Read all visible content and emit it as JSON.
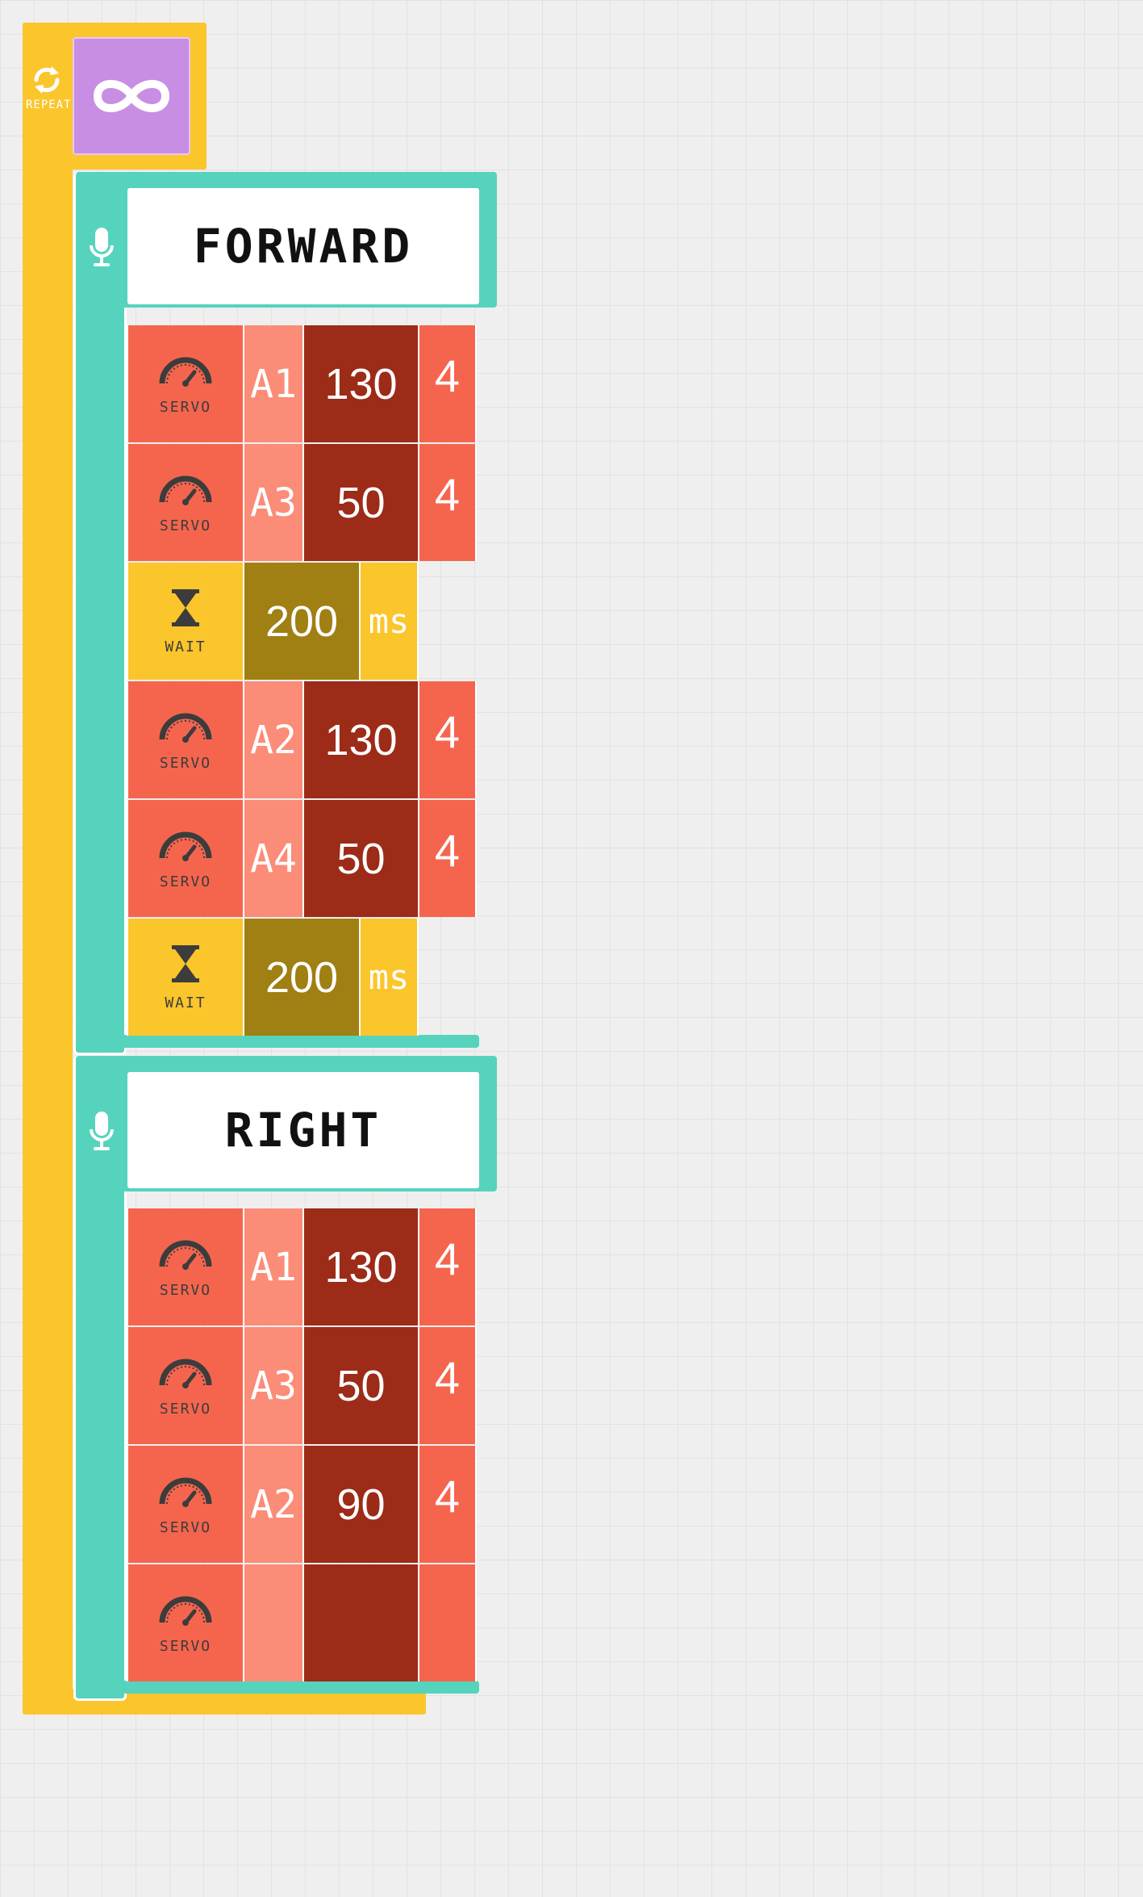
{
  "repeat": {
    "label": "REPEAT",
    "loop_icon": "infinity-icon"
  },
  "events": [
    {
      "name": "FORWARD",
      "icon": "microphone-icon",
      "commands": [
        {
          "type": "servo",
          "label": "SERVO",
          "port": "A1",
          "value": "130",
          "speed": "4"
        },
        {
          "type": "servo",
          "label": "SERVO",
          "port": "A3",
          "value": "50",
          "speed": "4"
        },
        {
          "type": "wait",
          "label": "WAIT",
          "value": "200",
          "unit": "ms"
        },
        {
          "type": "servo",
          "label": "SERVO",
          "port": "A2",
          "value": "130",
          "speed": "4"
        },
        {
          "type": "servo",
          "label": "SERVO",
          "port": "A4",
          "value": "50",
          "speed": "4"
        },
        {
          "type": "wait",
          "label": "WAIT",
          "value": "200",
          "unit": "ms"
        }
      ]
    },
    {
      "name": "RIGHT",
      "icon": "microphone-icon",
      "commands": [
        {
          "type": "servo",
          "label": "SERVO",
          "port": "A1",
          "value": "130",
          "speed": "4"
        },
        {
          "type": "servo",
          "label": "SERVO",
          "port": "A3",
          "value": "50",
          "speed": "4"
        },
        {
          "type": "servo",
          "label": "SERVO",
          "port": "A2",
          "value": "90",
          "speed": "4"
        },
        {
          "type": "servo",
          "label": "SERVO",
          "port": "",
          "value": "",
          "speed": ""
        }
      ]
    }
  ],
  "colors": {
    "repeat_yellow": "#fbc52c",
    "loop_purple": "#c78ee3",
    "event_teal": "#56d3bd",
    "servo_red": "#f5654e",
    "servo_port": "#fb8c78",
    "servo_value": "#9c2b18",
    "wait_value": "#a07f13"
  }
}
